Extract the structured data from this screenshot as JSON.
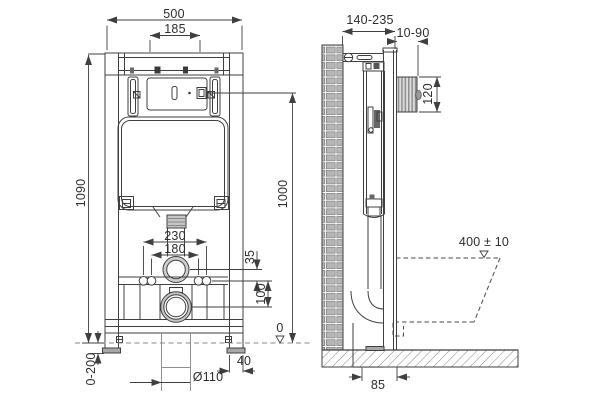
{
  "drawing": {
    "front_view": {
      "frame_width": "500",
      "actuator_plate_width": "185",
      "frame_height": "1090",
      "leg_adjustment_range": "0-200",
      "fixing_bolt_spacing_outer": "230",
      "fixing_bolt_spacing_inner": "180",
      "flush_bend_offset": "35",
      "outlet_offset": "100",
      "actuation_height": "1000",
      "floor_datum": "0",
      "foot_width": "40",
      "outlet_diameter": "Ø110"
    },
    "side_view": {
      "installation_depth_range": "140-235",
      "front_clearance_range": "10-90",
      "plate_box_opening": "120",
      "bowl_rim_height": "400 ± 10",
      "outlet_wall_distance": "85"
    },
    "line_color": "#3f3f3f",
    "brick_fill": "#b6b6b6",
    "shading_fill": "#c6c6c6"
  }
}
